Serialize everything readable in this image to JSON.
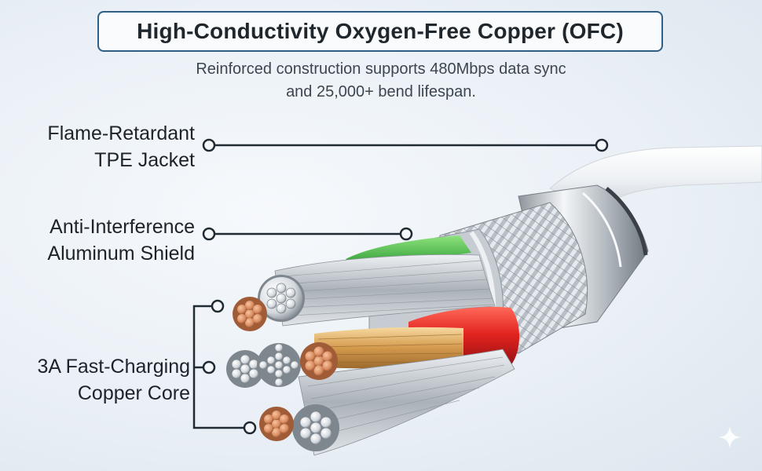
{
  "header": {
    "title": "High-Conductivity Oxygen-Free Copper (OFC)",
    "subtitle_line1": "Reinforced construction supports 480Mbps data sync",
    "subtitle_line2": "and 25,000+ bend lifespan."
  },
  "callouts": [
    {
      "line1": "Flame-Retardant",
      "line2": "TPE Jacket"
    },
    {
      "line1": "Anti-Interference",
      "line2": "Aluminum Shield"
    },
    {
      "line1": "3A Fast-Charging",
      "line2": "Copper Core"
    }
  ],
  "colors": {
    "title_border": "#2f5f85",
    "callout_line": "#1f2a33",
    "copper": "#d9906a",
    "shield_green": "#46c24a",
    "insulation_red": "#e12a2a",
    "silver": "#cfd4d9",
    "jacket_white": "#f3f5f7"
  },
  "icons": {
    "corner": "sparkle-icon"
  }
}
